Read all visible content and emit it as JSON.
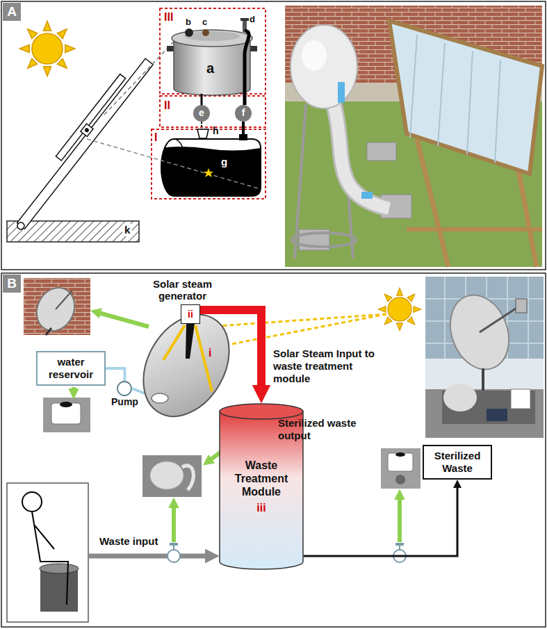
{
  "diagram": {
    "nodes": [
      {
        "text": [
          "Solar steam generator",
          "i"
        ]
      },
      {
        "text": [
          "ii"
        ],
        "in": 0
      },
      {
        "text": [
          "water reservoir"
        ]
      },
      {
        "text": [
          "Pump"
        ]
      },
      {
        "text": [
          "Waste Treatment Module",
          "iii"
        ]
      },
      {
        "text": [
          "Sterilized Waste"
        ]
      }
    ],
    "edges": [
      {
        "from": 1,
        "to": 4,
        "label": "Solar Steam Input to waste treatment module",
        "arrow": "to"
      },
      {
        "from": 2,
        "to": 3,
        "arrow": "none"
      },
      {
        "from": 3,
        "to": 0,
        "arrow": "none"
      },
      {
        "from": 4,
        "to": 5,
        "label": "Sterilized waste output",
        "arrow": "to"
      }
    ],
    "labels": [
      "A",
      "III",
      "b",
      "c",
      "d",
      "a",
      "II",
      "e",
      "f",
      "I",
      "h",
      "g",
      "k",
      "B",
      "Waste input"
    ]
  }
}
